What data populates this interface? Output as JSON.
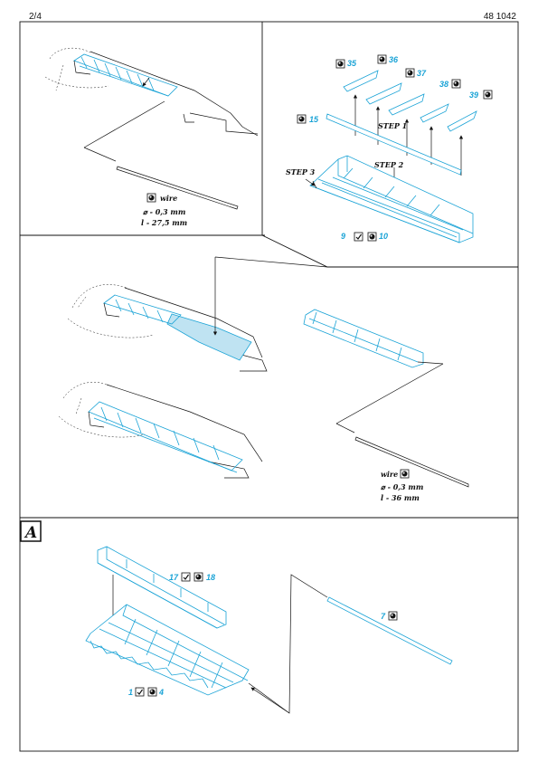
{
  "header": {
    "page": "2/4",
    "kit": "48 1042"
  },
  "panel1": {
    "wire_label": "wire",
    "dia": "⌀ - 0,3 mm",
    "len": "l - 27,5 mm"
  },
  "panel2": {
    "parts": [
      "35",
      "36",
      "37",
      "38",
      "39",
      "15"
    ],
    "step1": "STEP 1",
    "step2": "STEP 2",
    "step3": "STEP 3",
    "combo_a": "9",
    "combo_b": "10"
  },
  "panel3": {
    "wire_label": "wire",
    "dia": "⌀ - 0,3 mm",
    "len": "l - 36 mm"
  },
  "panel4": {
    "section_letter": "A",
    "combo1_a": "17",
    "combo1_b": "18",
    "part7": "7",
    "combo2_a": "1",
    "combo2_b": "4"
  },
  "colors": {
    "part_blue": "#1aa3d6",
    "fill_blue": "#bfe3f2",
    "ink": "#111111"
  },
  "icons": [
    "photo-etch-icon",
    "bend-icon"
  ]
}
